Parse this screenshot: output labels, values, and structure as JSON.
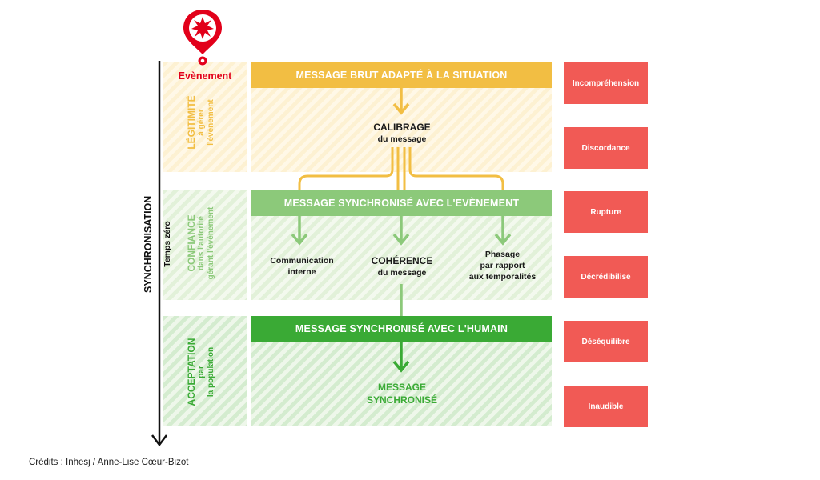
{
  "event": {
    "label": "Evènement",
    "color": "#e2001a"
  },
  "axis": {
    "label": "SYNCHRONISATION",
    "sub_label": "Temps zéro"
  },
  "phases": [
    {
      "title": "LÉGITIMITÉ",
      "sub1": "à gérer",
      "sub2": "l'évènement",
      "color": "#f2be43"
    },
    {
      "title": "CONFIANCE",
      "sub1": "dans l'autorité",
      "sub2": "gérant l'évènement",
      "color": "#8cc97a"
    },
    {
      "title": "ACCEPTATION",
      "sub1": "par",
      "sub2": "la population",
      "color": "#3aaa35"
    }
  ],
  "bars": {
    "top": "MESSAGE BRUT ADAPTÉ À LA SITUATION",
    "middle": "MESSAGE SYNCHRONISÉ AVEC L'EVÈNEMENT",
    "bottom": "MESSAGE SYNCHRONISÉ AVEC L'HUMAIN"
  },
  "nodes": {
    "calibrage": {
      "title": "CALIBRAGE",
      "sub": "du message"
    },
    "communication": {
      "line1": "Communication",
      "line2": "interne"
    },
    "coherence": {
      "title": "COHÉRENCE",
      "sub": "du message"
    },
    "phasage": {
      "line1": "Phasage",
      "line2": "par rapport",
      "line3": "aux temporalités"
    },
    "final": {
      "line1": "MESSAGE",
      "line2": "SYNCHRONISÉ"
    }
  },
  "risks": [
    "Incompréhension",
    "Discordance",
    "Rupture",
    "Décrédibilise",
    "Déséquilibre",
    "Inaudible"
  ],
  "credits": "Crédits : Inhesj / Anne-Lise Cœur-Bizot"
}
